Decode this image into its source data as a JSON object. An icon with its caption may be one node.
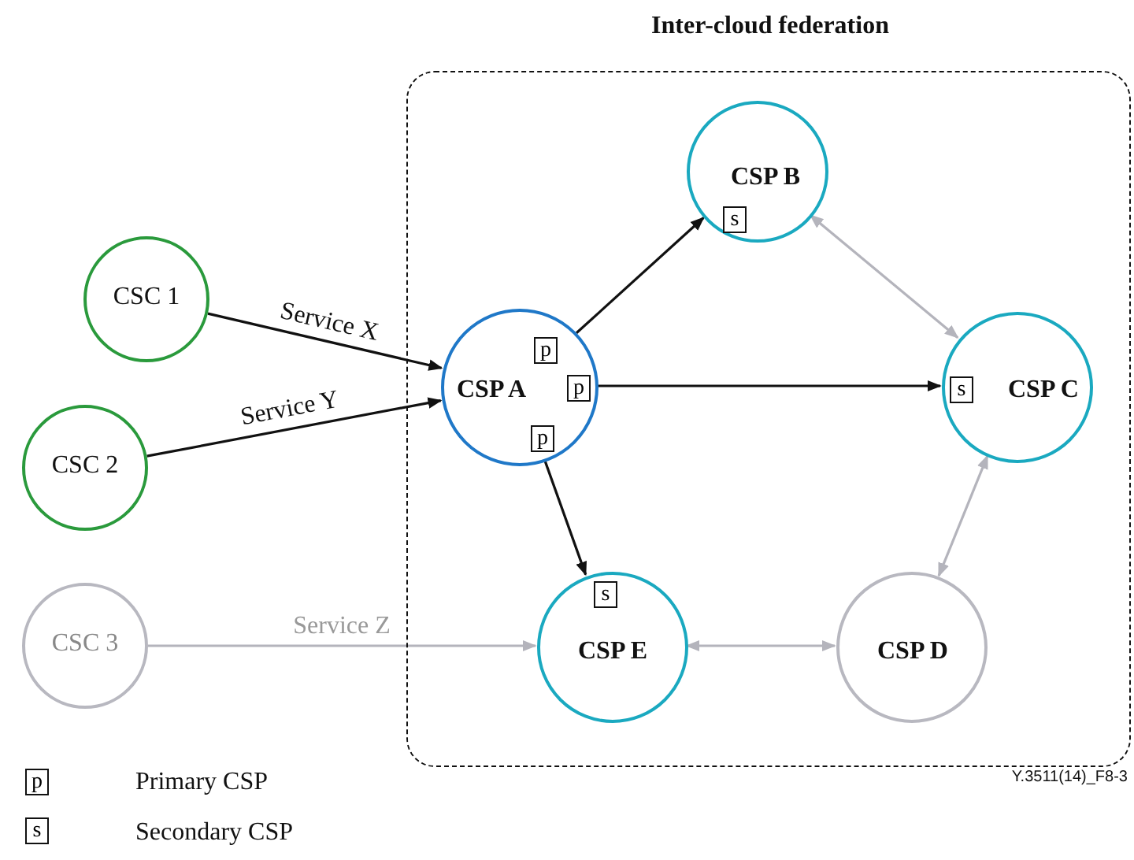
{
  "diagram": {
    "nodes": [
      {
        "text": [
          "Inter-cloud federation"
        ]
      },
      {
        "text": [
          "CSC 1"
        ]
      },
      {
        "text": [
          "CSC 2"
        ]
      },
      {
        "text": [
          "CSC 3"
        ]
      },
      {
        "text": [
          "CSP A"
        ],
        "in": 0
      },
      {
        "text": [
          "p"
        ],
        "in": 4
      },
      {
        "text": [
          "p"
        ],
        "in": 4
      },
      {
        "text": [
          "p"
        ],
        "in": 4
      },
      {
        "text": [
          "CSP B"
        ],
        "in": 0
      },
      {
        "text": [
          "s"
        ],
        "in": 8
      },
      {
        "text": [
          "CSP C"
        ],
        "in": 0
      },
      {
        "text": [
          "s"
        ],
        "in": 10
      },
      {
        "text": [
          "CSP E"
        ],
        "in": 0
      },
      {
        "text": [
          "s"
        ],
        "in": 12
      },
      {
        "text": [
          "CSP D"
        ],
        "in": 0
      }
    ],
    "edges": [
      {
        "from": 1,
        "to": 4,
        "arrow": "to",
        "label": "Service X"
      },
      {
        "from": 2,
        "to": 4,
        "arrow": "to",
        "label": "Service Y"
      },
      {
        "from": 3,
        "to": 12,
        "arrow": "to",
        "label": "Service Z",
        "color": "#b4b4bc"
      },
      {
        "from": 4,
        "to": 8,
        "arrow": "to"
      },
      {
        "from": 4,
        "to": 10,
        "arrow": "to"
      },
      {
        "from": 4,
        "to": 12,
        "arrow": "to"
      },
      {
        "from": 8,
        "to": 10,
        "arrow": "both",
        "color": "#b4b4bc"
      },
      {
        "from": 10,
        "to": 14,
        "arrow": "both",
        "color": "#b4b4bc"
      },
      {
        "from": 12,
        "to": 14,
        "arrow": "both",
        "color": "#b4b4bc"
      }
    ],
    "labels": [
      "p",
      "Primary CSP",
      "s",
      "Secondary CSP",
      "Y.3511(14)_F8-3"
    ]
  }
}
